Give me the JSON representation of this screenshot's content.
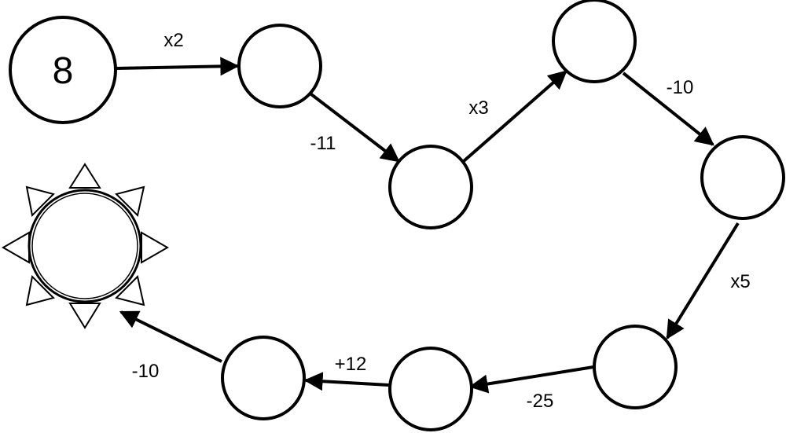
{
  "start_value": "8",
  "operations": [
    "x2",
    "-11",
    "x3",
    "-10",
    "x5",
    "-25",
    "+12",
    "-10"
  ],
  "final_value": ""
}
